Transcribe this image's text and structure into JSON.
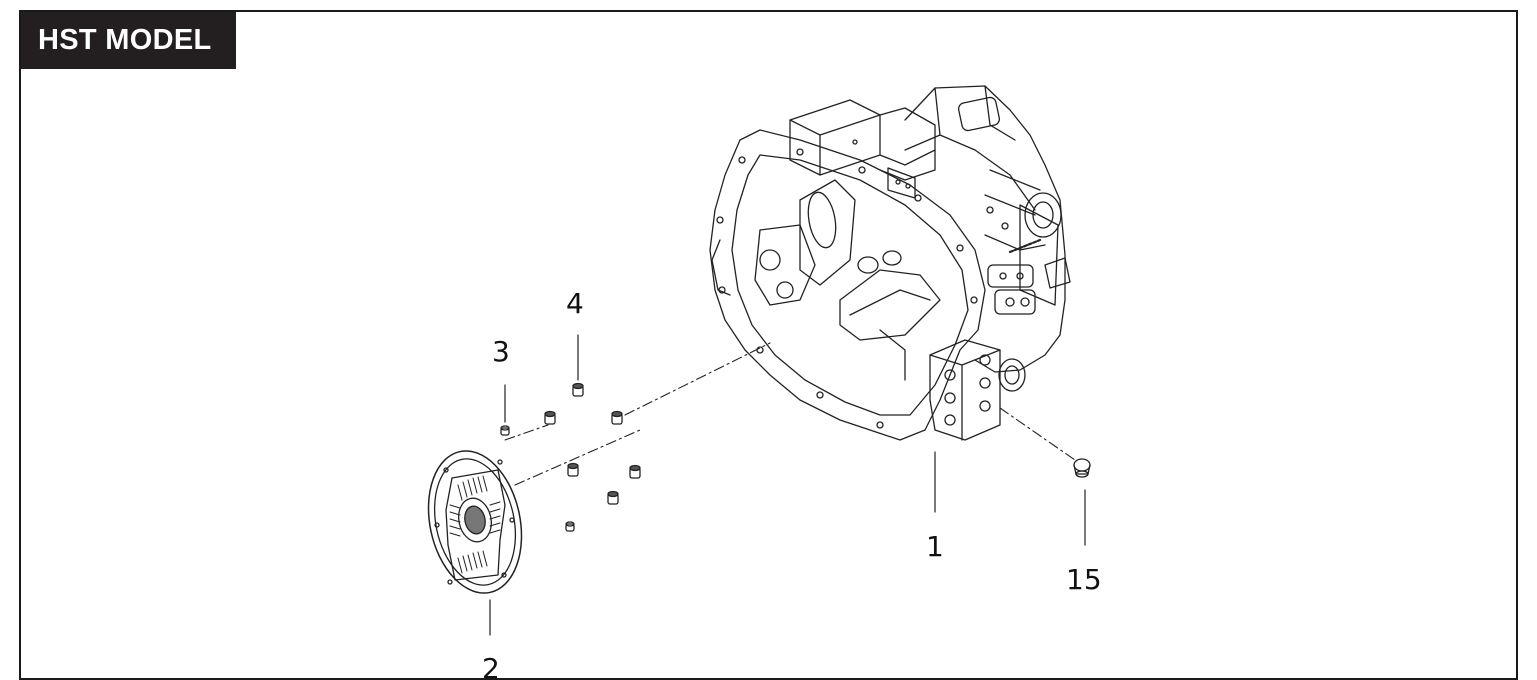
{
  "header": {
    "model_label": "HST MODEL"
  },
  "callouts": [
    {
      "id": "1",
      "label": "1"
    },
    {
      "id": "2",
      "label": "2"
    },
    {
      "id": "3",
      "label": "3"
    },
    {
      "id": "4",
      "label": "4"
    },
    {
      "id": "15",
      "label": "15"
    }
  ],
  "colors": {
    "line": "#111111",
    "label_bg": "#231f20",
    "label_text": "#ffffff"
  }
}
